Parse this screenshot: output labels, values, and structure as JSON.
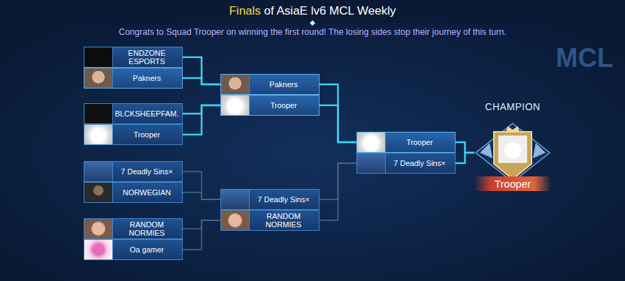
{
  "diagram": {
    "title": "Finals of AsiaE lv6 MCL Weekly",
    "nodes": [
      {
        "text": [
          "ENDZONE ESPORTS"
        ]
      },
      {
        "text": [
          "Pakners"
        ]
      },
      {
        "text": [
          "BLCKSHEEPFAM."
        ]
      },
      {
        "text": [
          "Trooper"
        ]
      },
      {
        "text": [
          "7 Deadly Sins×"
        ]
      },
      {
        "text": [
          "NORWEGIAN"
        ]
      },
      {
        "text": [
          "RANDOM NORMIES"
        ]
      },
      {
        "text": [
          "Oa gamer"
        ]
      },
      {
        "text": [
          "Pakners"
        ]
      },
      {
        "text": [
          "Trooper"
        ]
      },
      {
        "text": [
          "7 Deadly Sins×"
        ]
      },
      {
        "text": [
          "RANDOM NORMIES"
        ]
      },
      {
        "text": [
          "Trooper"
        ]
      },
      {
        "text": [
          "7 Deadly Sins×"
        ]
      },
      {
        "text": [
          "CHAMPION",
          "Trooper"
        ]
      }
    ],
    "edges": [
      {
        "from": 0,
        "to": 8,
        "arrow": "none"
      },
      {
        "from": 1,
        "to": 8,
        "arrow": "none"
      },
      {
        "from": 2,
        "to": 9,
        "arrow": "none"
      },
      {
        "from": 3,
        "to": 9,
        "arrow": "none"
      },
      {
        "from": 4,
        "to": 10,
        "arrow": "none"
      },
      {
        "from": 5,
        "to": 10,
        "arrow": "none"
      },
      {
        "from": 6,
        "to": 11,
        "arrow": "none"
      },
      {
        "from": 7,
        "to": 11,
        "arrow": "none"
      },
      {
        "from": 8,
        "to": 12,
        "arrow": "none"
      },
      {
        "from": 9,
        "to": 12,
        "arrow": "none"
      },
      {
        "from": 10,
        "to": 13,
        "arrow": "none"
      },
      {
        "from": 11,
        "to": 13,
        "arrow": "none"
      },
      {
        "from": 12,
        "to": 14,
        "arrow": "none"
      },
      {
        "from": 13,
        "to": 14,
        "arrow": "none"
      }
    ],
    "labels": [
      "Congrats to Squad Trooper on winning the first round! The losing sides stop their journey of this turn.",
      "MCL"
    ]
  }
}
